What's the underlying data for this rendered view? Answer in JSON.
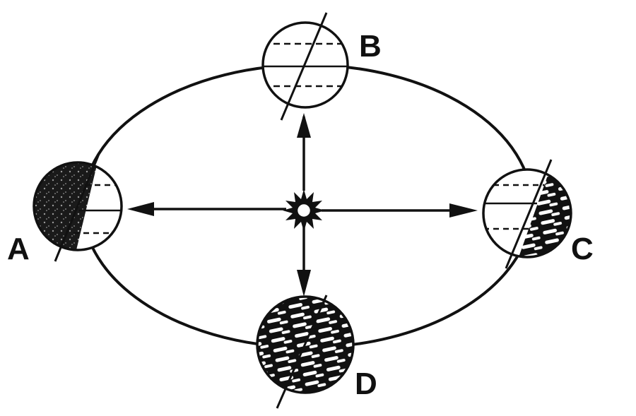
{
  "positions": [
    {
      "id": "A",
      "label": "A"
    },
    {
      "id": "B",
      "label": "B"
    },
    {
      "id": "C",
      "label": "C"
    },
    {
      "id": "D",
      "label": "D"
    }
  ],
  "colors": {
    "ink": "#111111",
    "background": "#ffffff"
  }
}
